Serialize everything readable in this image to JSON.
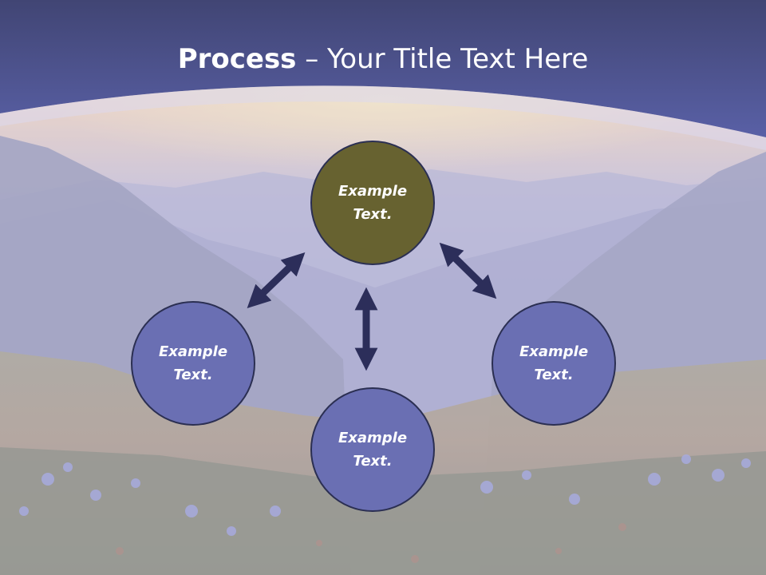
{
  "title": {
    "bold": "Process",
    "rest": " – Your Title Text Here"
  },
  "nodes": {
    "top": "Example Text.",
    "left": "Example Text.",
    "right": "Example Text.",
    "bottom": "Example Text."
  },
  "colors": {
    "header": "#4f5296",
    "top_node": "#676230",
    "node": "#6a6fb3",
    "arrow": "#2c2e5a"
  }
}
